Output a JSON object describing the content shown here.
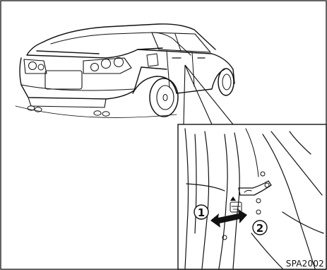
{
  "figure": {
    "reference_code": "SPA2002",
    "callouts": [
      "①",
      "②"
    ]
  }
}
